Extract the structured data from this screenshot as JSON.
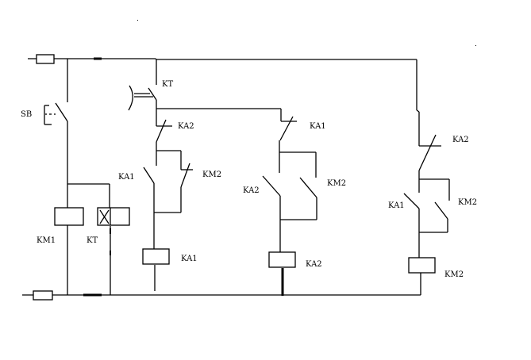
{
  "diagram": {
    "type": "relay control circuit schematic",
    "labels": {
      "sb": "SB",
      "km1_coil": "KM1",
      "kt_coil": "KT",
      "kt_contact": "KT",
      "col1_ka2_nc": "KA2",
      "col1_ka1_no": "KA1",
      "col1_km2_no": "KM2",
      "col1_coil": "KA1",
      "col2_ka1_nc": "KA1",
      "col2_ka2_no": "KA2",
      "col2_km2_no": "KM2",
      "col2_coil": "KA2",
      "col3_ka2_nc": "KA2",
      "col3_ka1_no": "KA1",
      "col3_km2_no": "KM2",
      "col3_coil": "KM2"
    }
  }
}
